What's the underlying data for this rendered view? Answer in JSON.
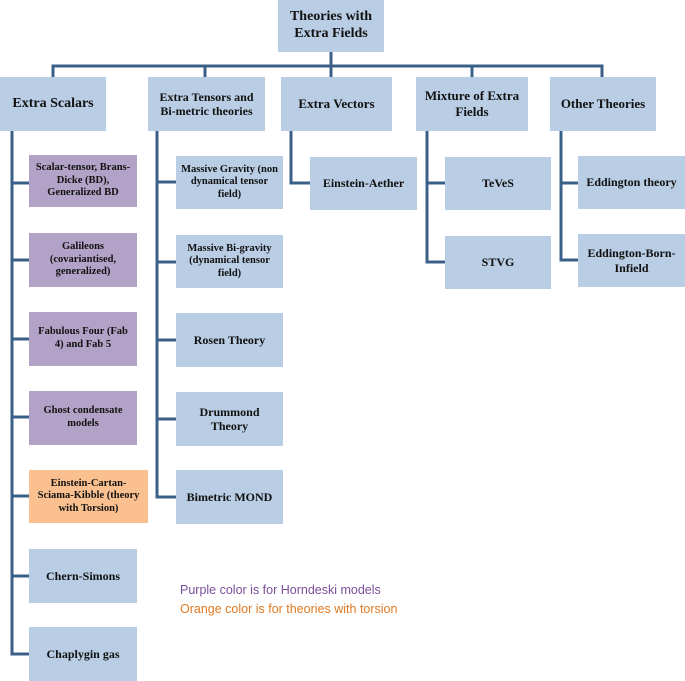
{
  "root": {
    "label": "Theories with Extra Fields"
  },
  "categories": {
    "scalars": "Extra Scalars",
    "tensors": "Extra Tensors and Bi-metric theories",
    "vectors": "Extra Vectors",
    "mixture": "Mixture of Extra Fields",
    "other": "Other Theories"
  },
  "scalars": {
    "scalar_tensor": "Scalar-tensor, Brans-Dicke (BD), Generalized BD",
    "galileons": "Galileons (covariantised, generalized)",
    "fab_four": "Fabulous Four (Fab 4) and Fab 5",
    "ghost": "Ghost condensate models",
    "ecsk": "Einstein-Cartan-Sciama-Kibble (theory with Torsion)",
    "chern_simons": "Chern-Simons",
    "chaplygin": "Chaplygin gas"
  },
  "tensors": {
    "massive_gravity": "Massive Gravity (non dynamical tensor field)",
    "massive_bigravity": "Massive Bi-gravity (dynamical tensor field)",
    "rosen": "Rosen Theory",
    "drummond": "Drummond Theory",
    "bimetric_mond": "Bimetric MOND"
  },
  "vectors": {
    "einstein_aether": "Einstein-Aether"
  },
  "mixture": {
    "teves": "TeVeS",
    "stvg": "STVG"
  },
  "other": {
    "eddington": "Eddington theory",
    "eddington_born_infeld": "Eddington-Born-Infield"
  },
  "legend": {
    "purple_note": "Purple color is for Horndeski models",
    "orange_note": "Orange color is for theories with torsion"
  },
  "colors": {
    "blue_box": "#b9cde4",
    "purple_box": "#b3a2c7",
    "orange_box": "#fac090",
    "connector": "#3b6088",
    "purple_text": "#7a4f9a",
    "orange_text": "#e07a22"
  }
}
